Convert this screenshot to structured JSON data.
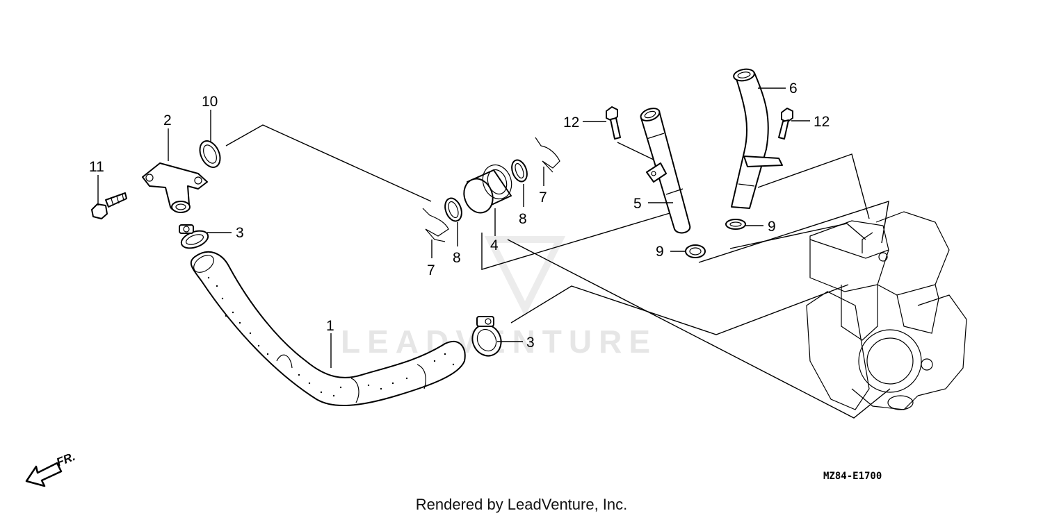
{
  "callouts": {
    "c1": "1",
    "c2": "2",
    "c3a": "3",
    "c3b": "3",
    "c4": "4",
    "c5": "5",
    "c6": "6",
    "c7a": "7",
    "c7b": "7",
    "c8a": "8",
    "c8b": "8",
    "c9a": "9",
    "c9b": "9",
    "c10": "10",
    "c11": "11",
    "c12a": "12",
    "c12b": "12"
  },
  "diagram_code": "MZ84-E1700",
  "direction_label": "FR.",
  "watermark": "LEADVENTURE",
  "footer": "Rendered by LeadVenture, Inc."
}
